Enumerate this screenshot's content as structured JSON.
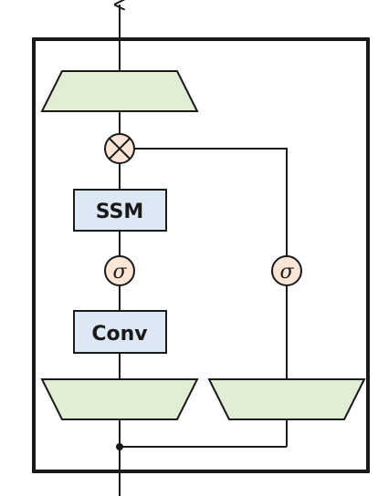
{
  "blocks": {
    "ssm_label": "SSM",
    "conv_label": "Conv"
  },
  "symbols": {
    "multiply": "multiply-icon",
    "sigma_left": "σ",
    "sigma_right": "σ"
  },
  "colors": {
    "trapezoid_fill": "#e2edd6",
    "block_fill": "#dce8f3",
    "circle_fill": "#fbe5d6",
    "stroke": "#1a1a1a"
  }
}
